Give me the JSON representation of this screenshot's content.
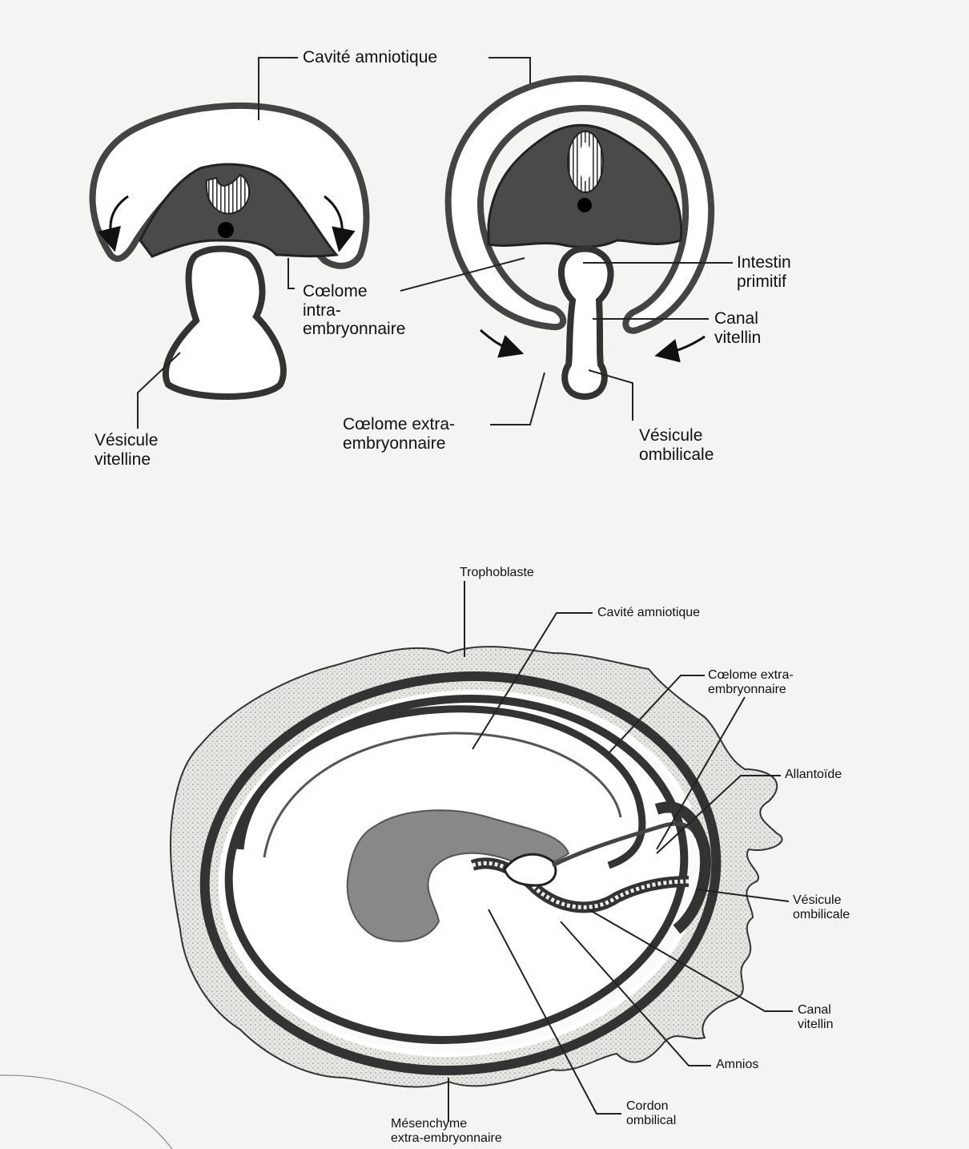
{
  "top_left": {
    "label_vesicule": [
      "Vésicule",
      "vitelline"
    ]
  },
  "top_shared": {
    "label_cavite": "Cavité amniotique",
    "label_coelome_intra": [
      "Cœlome",
      "intra-",
      "embryonnaire"
    ]
  },
  "top_right": {
    "label_intestin": [
      "Intestin",
      "primitif"
    ],
    "label_canal": [
      "Canal",
      "vitellin"
    ],
    "label_coelome_extra": [
      "Cœlome extra-",
      "embryonnaire"
    ],
    "label_vesicule": [
      "Vésicule",
      "ombilicale"
    ]
  },
  "bottom": {
    "label_trophoblaste": "Trophoblaste",
    "label_cavite": "Cavité amniotique",
    "label_coelome_extra": [
      "Cœlome extra-",
      "embryonnaire"
    ],
    "label_allantoide": "Allantoïde",
    "label_vesicule": [
      "Vésicule",
      "ombilicale"
    ],
    "label_canal": [
      "Canal",
      "vitellin"
    ],
    "label_amnios": "Amnios",
    "label_cordon": [
      "Cordon",
      "ombilical"
    ],
    "label_mesenchyme": [
      "Mésenchyme",
      "extra-embryonnaire"
    ]
  }
}
